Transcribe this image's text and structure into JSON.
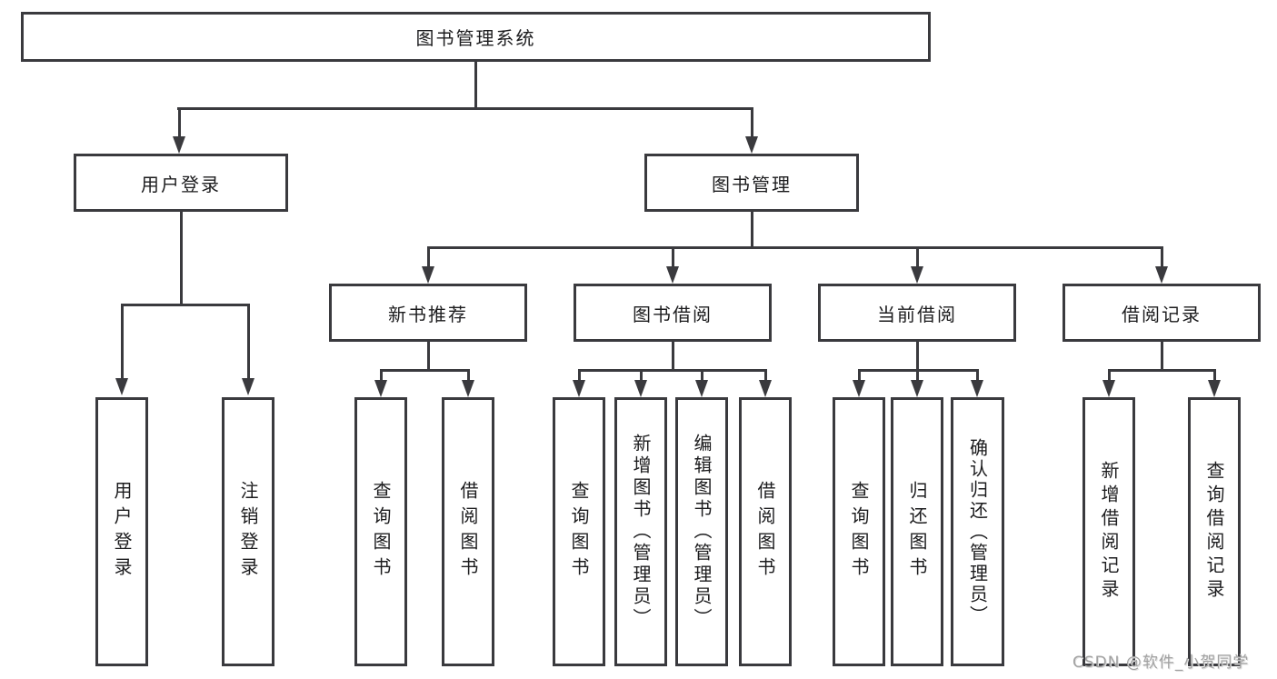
{
  "root": {
    "label": "图书管理系统"
  },
  "level2": [
    {
      "label": "用户登录"
    },
    {
      "label": "图书管理"
    }
  ],
  "level3": [
    {
      "label": "新书推荐"
    },
    {
      "label": "图书借阅"
    },
    {
      "label": "当前借阅"
    },
    {
      "label": "借阅记录"
    }
  ],
  "leaves": {
    "user_login": [
      {
        "label": "用户登录"
      },
      {
        "label": "注销登录"
      }
    ],
    "new_books": [
      {
        "label": "查询图书"
      },
      {
        "label": "借阅图书"
      }
    ],
    "book_borrow": [
      {
        "label": "查询图书"
      },
      {
        "label": "新增图书（管理员）"
      },
      {
        "label": "编辑图书（管理员）"
      },
      {
        "label": "借阅图书"
      }
    ],
    "current_borrow": [
      {
        "label": "查询图书"
      },
      {
        "label": "归还图书"
      },
      {
        "label": "确认归还（管理员）"
      }
    ],
    "borrow_records": [
      {
        "label": "新增借阅记录"
      },
      {
        "label": "查询借阅记录"
      }
    ]
  },
  "watermark": {
    "text": "CSDN @软件_小贺同学"
  },
  "colors": {
    "line": "#3a3a3e",
    "text": "#1c1c1e",
    "background": "#ffffff",
    "watermark": "#a2a2a2"
  }
}
